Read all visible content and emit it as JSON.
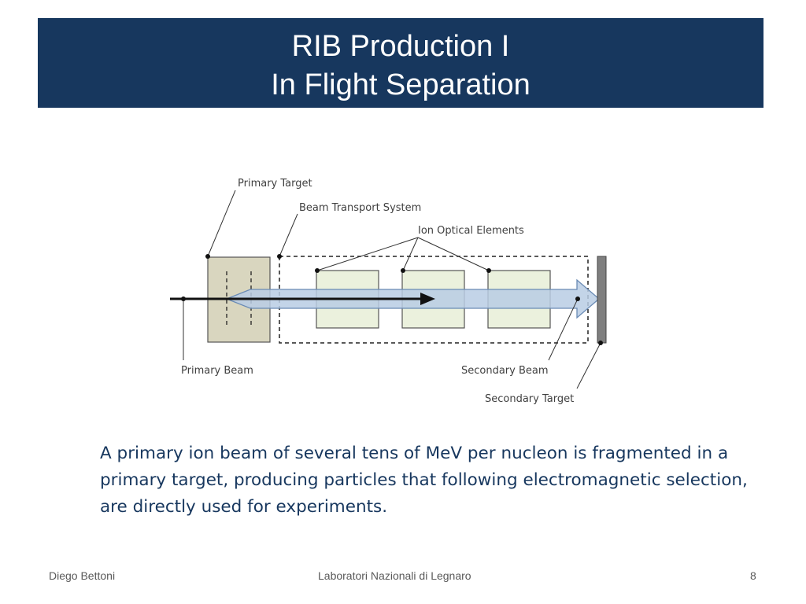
{
  "slide": {
    "title_line1": "RIB Production I",
    "title_line2": "In Flight Separation",
    "body": "A primary ion beam of several tens of MeV per nucleon is fragmented in a primary target, producing particles that following electromagnetic selection, are directly used for experiments."
  },
  "diagram": {
    "labels": {
      "primary_target": "Primary Target",
      "beam_transport": "Beam Transport System",
      "ion_optical": "Ion Optical Elements",
      "primary_beam": "Primary Beam",
      "secondary_beam": "Secondary Beam",
      "secondary_target": "Secondary Target"
    },
    "colors": {
      "target_fill": "#d9d6bf",
      "element_fill": "#ebf1dd",
      "beam_fill": "#b8cce4",
      "beam_stroke": "#6a8bb5",
      "secondary_target_fill": "#7f7f7f"
    }
  },
  "footer": {
    "author": "Diego Bettoni",
    "institution": "Laboratori Nazionali di Legnaro",
    "page": "8"
  }
}
